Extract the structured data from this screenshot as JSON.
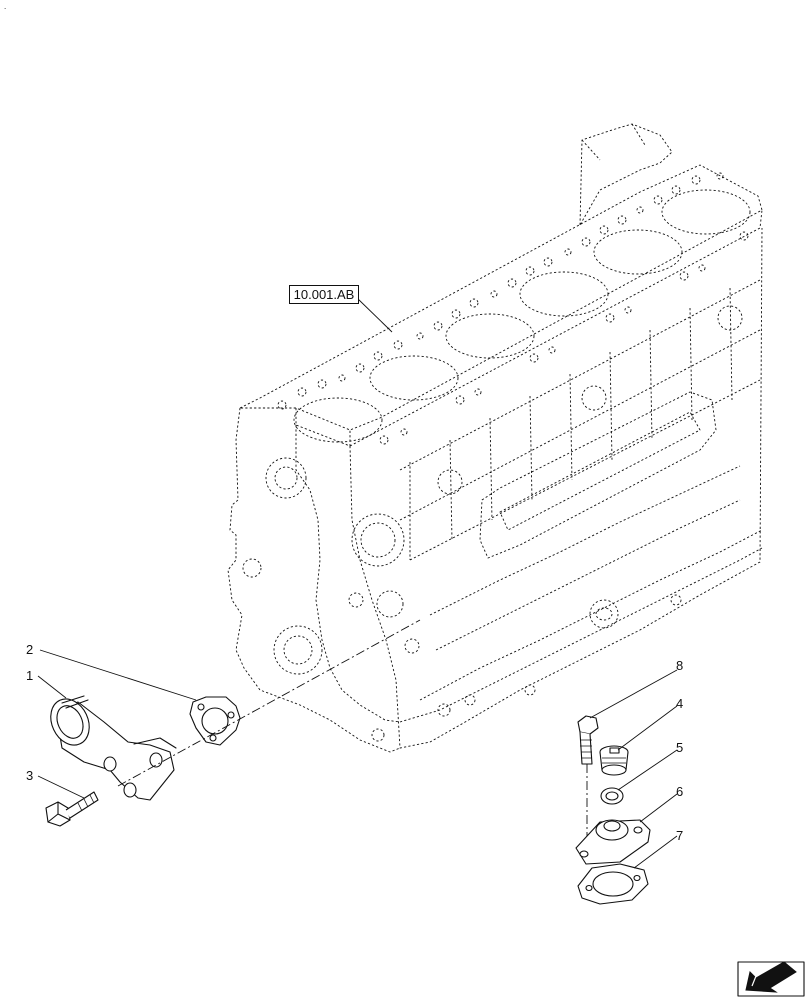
{
  "diagram": {
    "reference_label": "10.001.AB",
    "callouts": [
      {
        "number": "1"
      },
      {
        "number": "2"
      },
      {
        "number": "3"
      },
      {
        "number": "4"
      },
      {
        "number": "5"
      },
      {
        "number": "6"
      },
      {
        "number": "7"
      },
      {
        "number": "8"
      }
    ],
    "corner_mark": "."
  },
  "icons": {
    "navigation": "arrow-icon"
  }
}
